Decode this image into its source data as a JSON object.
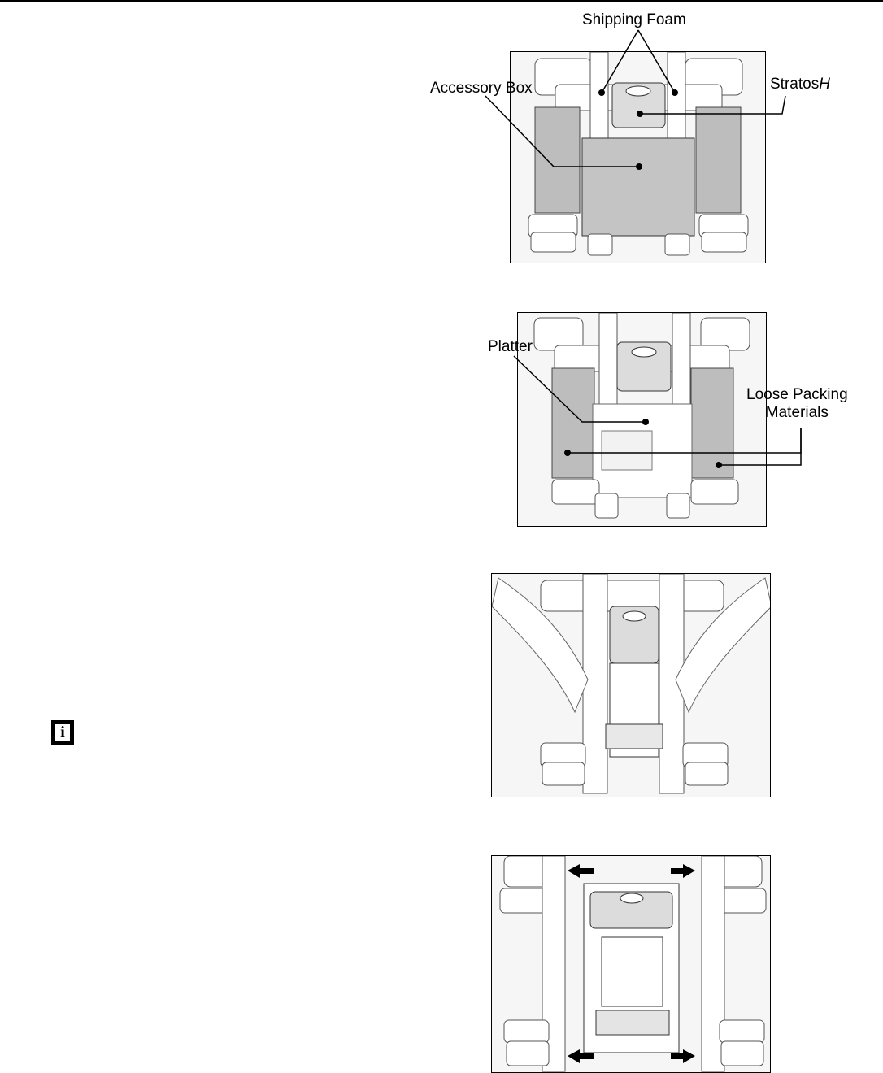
{
  "figures": {
    "fig1": {
      "label_shipping_foam": "Shipping Foam",
      "label_accessory_box": "Accessory Box",
      "label_stratos_prefix": "Stratos",
      "label_stratos_suffix": "H"
    },
    "fig2": {
      "label_platter": "Platter",
      "label_loose_line1": "Loose Packing",
      "label_loose_line2": "Materials"
    },
    "fig3": {},
    "fig4": {
      "arrow_icon": "arrow-icon"
    }
  },
  "note": {
    "icon": "info-icon",
    "glyph": "i"
  }
}
